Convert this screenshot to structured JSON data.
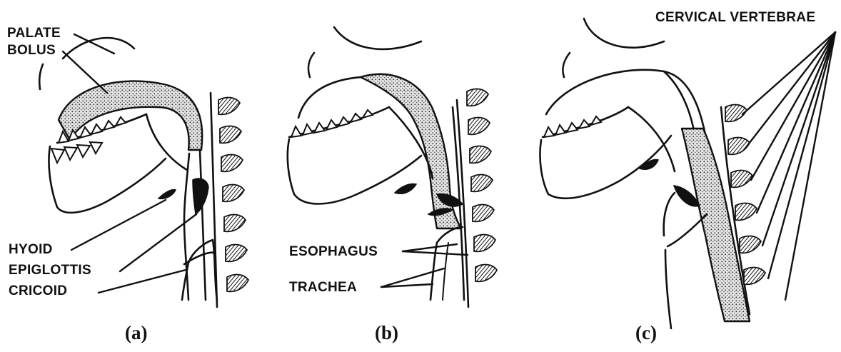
{
  "labels": {
    "palate": "PALATE",
    "bolus": "BOLUS",
    "hyoid": "HYOID",
    "epiglottis": "EPIGLOTTIS",
    "cricoid": "CRICOID",
    "esophagus": "ESOPHAGUS",
    "trachea": "TRACHEA",
    "cervical_vertebrae": "CERVICAL VERTEBRAE"
  },
  "panels": [
    {
      "caption": "(a)"
    },
    {
      "caption": "(b)"
    },
    {
      "caption": "(c)"
    }
  ]
}
